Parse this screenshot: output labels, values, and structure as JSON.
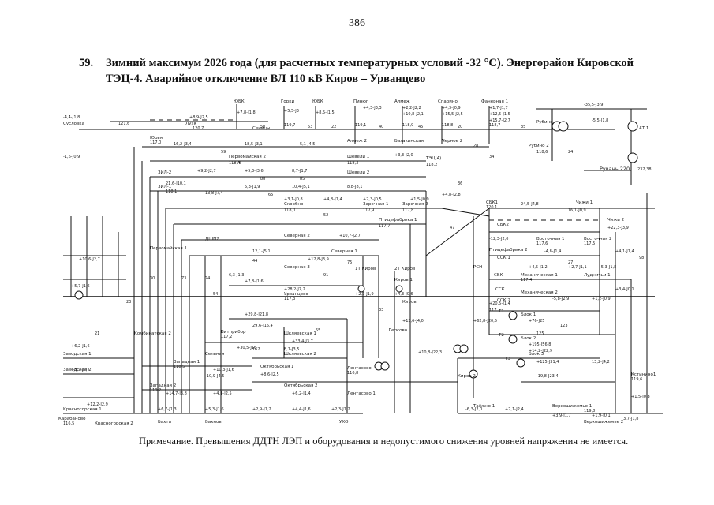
{
  "page": {
    "number": "386",
    "item_number": "59.",
    "title_line1": "Зимний максимум 2026 года (для расчетных температурных условий -32 °С). Энергорайон Кировской",
    "title_line2": "ТЭЦ-4. Аварийное отключение ВЛ 110 кВ Киров – Урванцево",
    "note": "Примечание. Превышения ДДТН ЛЭП и оборудования и недопустимого снижения уровней напряжения не имеется."
  },
  "diagram": {
    "nodes": {
      "suslonka": "Сусловка",
      "lyzhya": "Лузя",
      "yubk": "ЮБК",
      "yubk2": "ЮБК",
      "gorki": "Горки",
      "pinyug": "Пинюг",
      "almezh": "Алмеж",
      "sparino": "Спарино",
      "fanerno": "Фанерная 1",
      "almezh2": "Алмеж 2",
      "bazakino": "Базакинская",
      "chernoe": "Черное 2",
      "urvantsevo": "Урванцево",
      "kirov": "Киров",
      "kirov1": "Киров 1",
      "kirov2": "Киров 2",
      "rubino": "Рубино",
      "rubino2": "Рубино 2",
      "pervomayskaya": "Первомайская 2",
      "shevelyi": "Шевели 1",
      "shevelyi2": "Шевели 2",
      "tetsp4": "ТЭЦ(4)",
      "zil2": "ЗИЛ-2",
      "zil1": "ЗИЛ-1",
      "zarechnaya1": "Заречная 1",
      "zarechnaya2": "Заречная 2",
      "skorbno": "Скорбно",
      "sanitsky": "Сеницы",
      "ptitsefabrika": "Птицефабрика 1",
      "ptitsefabrika2": "Птицефабрика 2",
      "severnaya": "Северная 1",
      "severnaya2": "Северная 2",
      "severnaya3": "Северная 3",
      "chizhi": "Чижи 1",
      "chizhi2": "Чижи 2",
      "vostochnaya": "Восточная 1",
      "vostochnaya2": "Восточная 2",
      "mekhanicheskaya": "Механическая 1",
      "mekhanicheskaya2": "Механическая 2",
      "lyudi": "Лудничьи 1",
      "sbk1": "СБК1",
      "sbk2": "СБК2",
      "sbk": "СБК",
      "rubinsk220": "Рувань 220",
      "at1": "АТ 1",
      "zapadnaya": "Западная 1",
      "zapadnaya2": "Западная 2",
      "kombinatskaya": "Комбинатская 2",
      "oktyabrskaya": "Октябрьская 1",
      "oktyabrskaya2": "Октябрьская 2",
      "lengasovo": "Лентасово",
      "lengasovo2": "Лентасово 1",
      "lepsovo": "Лепсово",
      "shchepetkovskaya": "Шкляевская 1",
      "shchepetkovskaya2": "Шкляевская 2",
      "vitpribor": "Витприбор",
      "selnoy": "Сельная",
      "krasnogorskaya": "Красногорская 1",
      "krasnogorskaya2": "Красногорская 2",
      "karabanovo": "Карабаново",
      "zavodskaya": "Заводская 1",
      "zavodskaya2": "Заводская 2",
      "baktya": "Бахта",
      "basnovo": "Бахнов",
      "ucho": "УХО",
      "taezhnaya": "Таёжно 1",
      "verkhoshizhemye": "Верхошижемье 1",
      "verkhoshizhemye2": "Верхошижемье 2",
      "kstinino": "Кстинино1",
      "t1": "Т1",
      "t2": "Т2",
      "t3": "Т3",
      "blok1": "Блок 1",
      "blok2": "Блок 2",
      "blok3": "Блок 3",
      "ssk": "ССК",
      "ssk1": "ССК 1",
      "ssk2": "ССК 2",
      "pervomayskaya1": "Первомайская 1",
      "yur": "Юрья",
      "sbkk": "ДШП2",
      "tkirov": "1Т Киров",
      "tkirov2": "2Т Киров",
      "rsbk": "РСН"
    },
    "flows": {
      "f01": "+7,8-J1,8",
      "f02": "+5,5-J3",
      "f03": "+4,3-J3,3",
      "f04": "+2,2-J2,2",
      "f05": "+4,3-J0,9",
      "f06": "-4,4-J1,8",
      "f07": "+8,9-J2,5",
      "f08": "+1,7-J1,7",
      "f09": "+8,5-J1,5",
      "f10": "+10,8-J2,1",
      "f11": "+15,5-J2,5",
      "f12": "+12,5-J1,5",
      "f13": "+15,7-J2,7",
      "f14": "-35,5-J3,9",
      "f15": "-5,5-J1,8",
      "f16": "16,2-J3,4",
      "f17": "18,5-J3,1",
      "f18": "5,1-J4,5",
      "f19": "+3,3-J2,0",
      "f20": "-1,6-J0,9",
      "f21": "+9,2-J2,7",
      "f22": "+5,3-J3,6",
      "f23": "8,7-J1,7",
      "f24": "10,4-J5,1",
      "f25": "5,3-J1,9",
      "f26": "21,6-J10,1",
      "f27": "13,8-J7,4",
      "f28": "8,8-J8,1",
      "f29": "+4,8-J2,8",
      "f30": "24,5-J4,8",
      "f31": "+22,3-J3,9",
      "f32": "16,1-J0,9",
      "f33": "12,1-J5,1",
      "f34": "+29,8-J21,8",
      "f35": "+30,5-J16",
      "f36": "29,6-J15,4",
      "f37": "+33,4-J3,7",
      "f38": "8,1-J3,5",
      "f39": "+13,6-J4,0",
      "f40": "+10,7-J2,7",
      "f41": "+12,8-J3,9",
      "f42": "+7,8-J1,6",
      "f43": "-12,3-J2,0",
      "f44": "+14,2-J22,9",
      "f45": "-19,8-J23,4",
      "f46": "+62,8-J20,5",
      "f47": "+20,5-J1,4",
      "f48": "+125-J31,4",
      "f49": "+76-J25",
      "f50": "+195-J56,8",
      "f51": "-5,8-J2,9",
      "f52": "+1,2-J0,9",
      "f53": "+4,5-J1,2",
      "f54": "+2,7-J1,1",
      "f55": "-5,3-J1,8",
      "f56": "-4,8-J1,4",
      "f57": "+8,7-J2,7",
      "f58": "+10,3-J1,6",
      "f59": "-10,9-J4,5",
      "f60": "+14,7-J3,8",
      "f61": "+4,1-J2,5",
      "f62": "+8,6-J2,5",
      "f63": "+6,2-J1,4",
      "f64": "+2,9-J1,2",
      "f65": "+4,4-J1,6",
      "f66": "+2,3-J1,2",
      "f67": "+10,6-J2,7",
      "f68": "+5,7-J1,6",
      "f69": "+5,3-J1,6",
      "f70": "+6,7-J1,3",
      "f71": "+12,2-J2,9",
      "f72": "+6,2-J1,6",
      "f73": "-6,3-J2,0",
      "f74": "+7,1-J2,4",
      "f75": "+3,9-J1,7",
      "f76": "+1,9-J0,1",
      "f77": "3,7-J1,8",
      "f78": "+10,8-J22,3",
      "f79": "+4,1-J1,4",
      "f80": "+3,4-J0,1",
      "f81": "+1,5-J0,8",
      "f82": "13,2-J4,2",
      "f83": "+28,2-J7,2",
      "f84": "6,3-J1,3",
      "f85": "+4,3-J0,6",
      "f86": "+2,2-J1,9",
      "f87": "+2,3-J0,5",
      "f88": "+1,5-J0,9",
      "f89": "+3,1-J0,8",
      "f90": "+4,8-J1,4"
    },
    "voltages": {
      "v01": "121,6",
      "v02": "120,7",
      "v03": "119,7",
      "v04": "119,1",
      "v05": "118,9",
      "v06": "118,8",
      "v07": "118,7",
      "v08": "118,6",
      "v09": "118,4",
      "v10": "118,3",
      "v11": "118,2",
      "v12": "118,1",
      "v13": "118,0",
      "v14": "117,9",
      "v15": "117,8",
      "v16": "117,7",
      "v17": "117,6",
      "v18": "117,5",
      "v19": "117,4",
      "v20": "117,3",
      "v21": "117,2",
      "v22": "116,8",
      "v23": "116,5",
      "v24": "232,38",
      "v25": "117,0",
      "v26": "118,5",
      "v27": "119,2",
      "v28": "119,6",
      "v29": "119,8",
      "v30": "120,1"
    },
    "numbers": {
      "n01": "50",
      "n02": "53",
      "n03": "59",
      "n04": "28",
      "n05": "34",
      "n06": "45",
      "n07": "40",
      "n08": "22",
      "n09": "20",
      "n10": "35",
      "n11": "24",
      "n12": "76",
      "n13": "85",
      "n14": "88",
      "n15": "65",
      "n16": "52",
      "n17": "47",
      "n18": "74",
      "n19": "73",
      "n20": "30",
      "n21": "23",
      "n22": "117",
      "n23": "33",
      "n24": "21",
      "n25": "36",
      "n26": "27",
      "n27": "98",
      "n28": "55",
      "n29": "162",
      "n30": "75",
      "n31": "91",
      "n32": "44",
      "n33": "125",
      "n34": "123",
      "n35": "54"
    }
  }
}
